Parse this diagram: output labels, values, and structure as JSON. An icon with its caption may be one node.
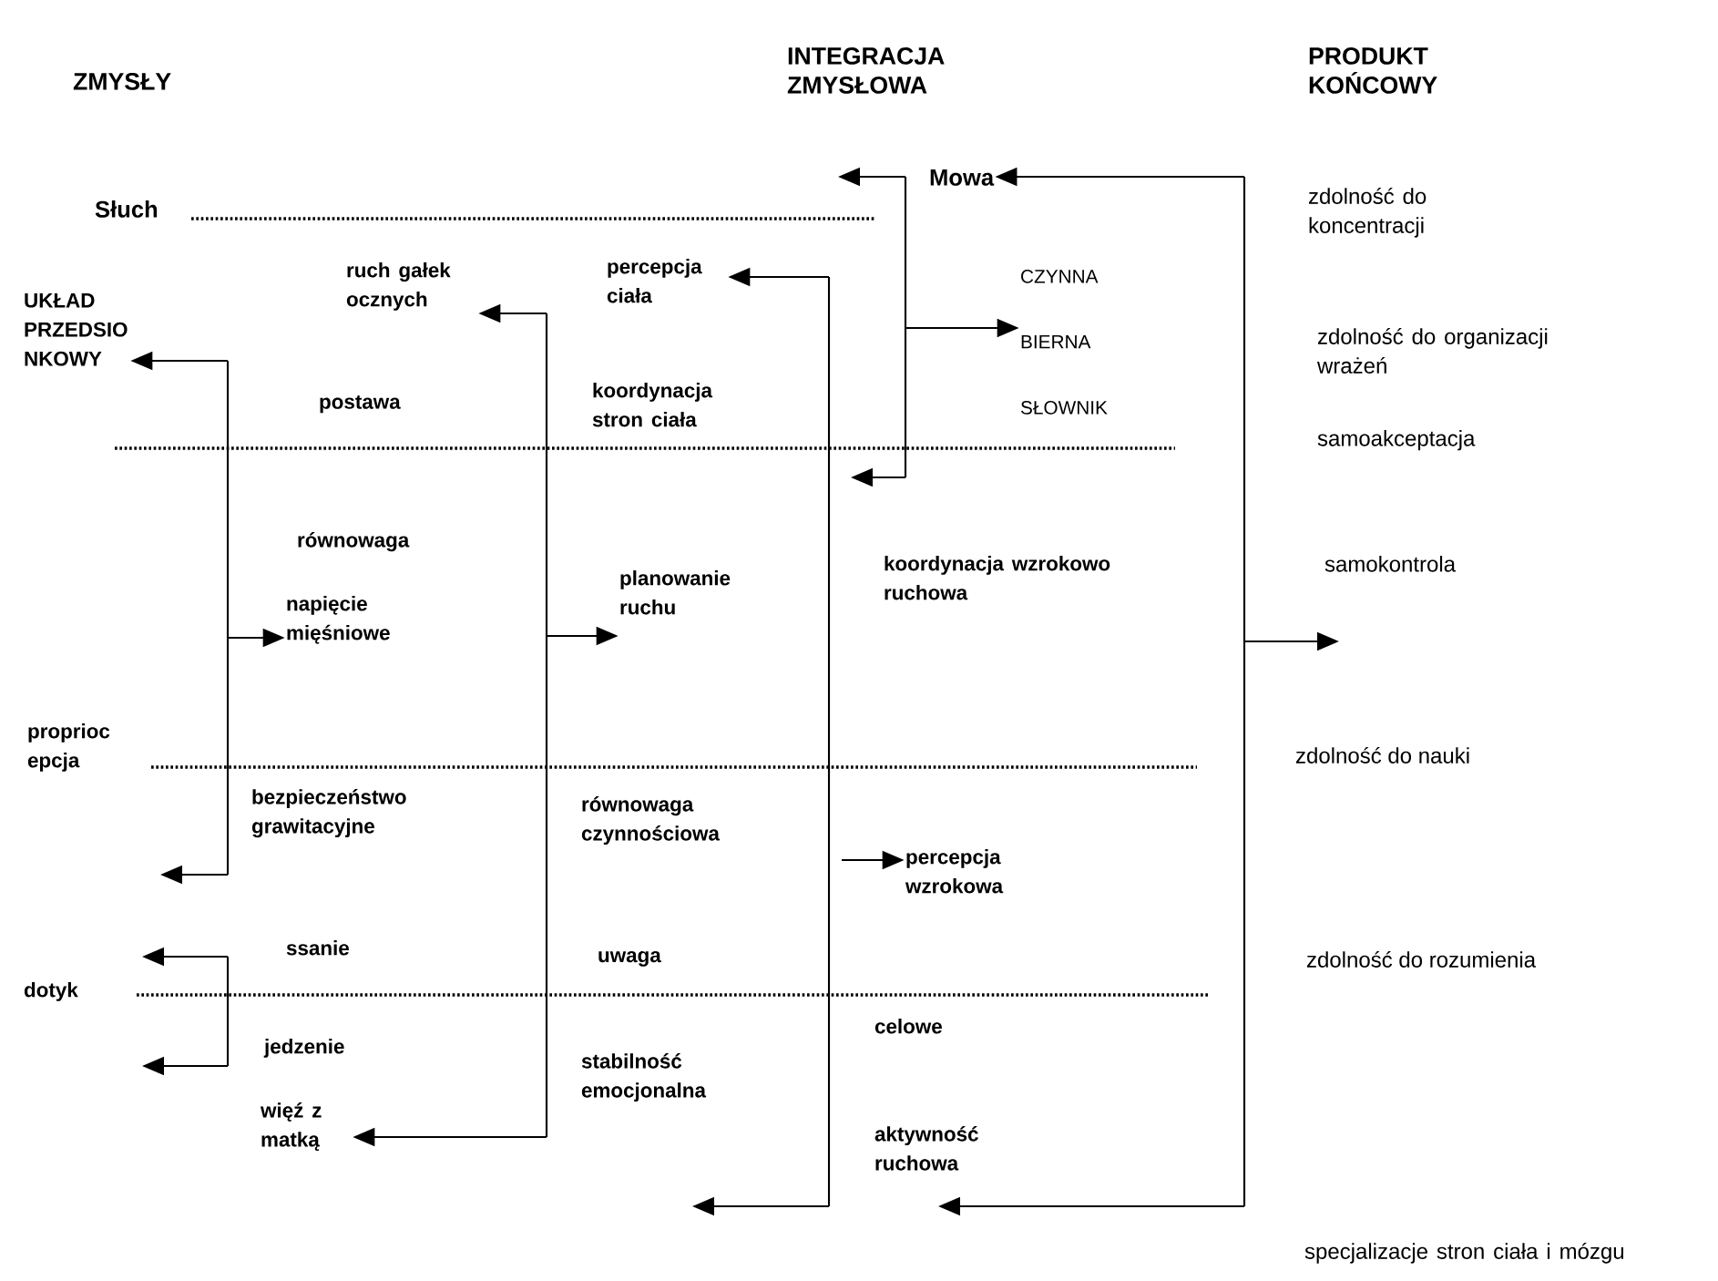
{
  "diagram": {
    "nodes": [
      {
        "text": [
          "UKŁAD PRZEDSIO NKOWY"
        ]
      },
      {
        "text": [
          "napięcie mięśniowe"
        ]
      },
      {
        "text": [
          "ruch gałek ocznych"
        ]
      },
      {
        "text": [
          "planowanie ruchu"
        ]
      },
      {
        "text": [
          "więź z matką"
        ]
      },
      {
        "text": [
          "percepcja ciała"
        ]
      },
      {
        "text": [
          "percepcja wzrokowa"
        ]
      },
      {
        "text": [
          "BIERNA"
        ]
      },
      {
        "text": [
          "Mowa"
        ]
      }
    ],
    "edges": [
      {
        "from": null,
        "to": 0,
        "arrow": "to"
      },
      {
        "from": null,
        "to": 1,
        "arrow": "to"
      },
      {
        "from": null,
        "to": 2,
        "arrow": "to"
      },
      {
        "from": null,
        "to": 3,
        "arrow": "to"
      },
      {
        "from": null,
        "to": 4,
        "arrow": "to"
      },
      {
        "from": null,
        "to": 5,
        "arrow": "to"
      },
      {
        "from": null,
        "to": 6,
        "arrow": "to"
      },
      {
        "from": null,
        "to": 7,
        "arrow": "to"
      },
      {
        "from": null,
        "to": 8,
        "arrow": "to"
      }
    ],
    "labels": [
      "ZMYSŁY",
      "INTEGRACJA ZMYSŁOWA",
      "PRODUKT KOŃCOWY",
      "Słuch",
      "zdolność do koncentracji",
      "CZYNNA",
      "zdolność do organizacji wrażeń",
      "postawa",
      "koordynacja stron ciała",
      "SŁOWNIK",
      "samoakceptacja",
      "równowaga",
      "koordynacja wzrokowo ruchowa",
      "samokontrola",
      "proprioc epcja",
      "zdolność do nauki",
      "bezpieczeństwo grawitacyjne",
      "równowaga czynnościowa",
      "ssanie",
      "uwaga",
      "zdolność do rozumienia",
      "dotyk",
      "jedzenie",
      "celowe",
      "stabilność emocjonalna",
      "aktywność ruchowa",
      "specjalizacje stron ciała i mózgu"
    ]
  }
}
